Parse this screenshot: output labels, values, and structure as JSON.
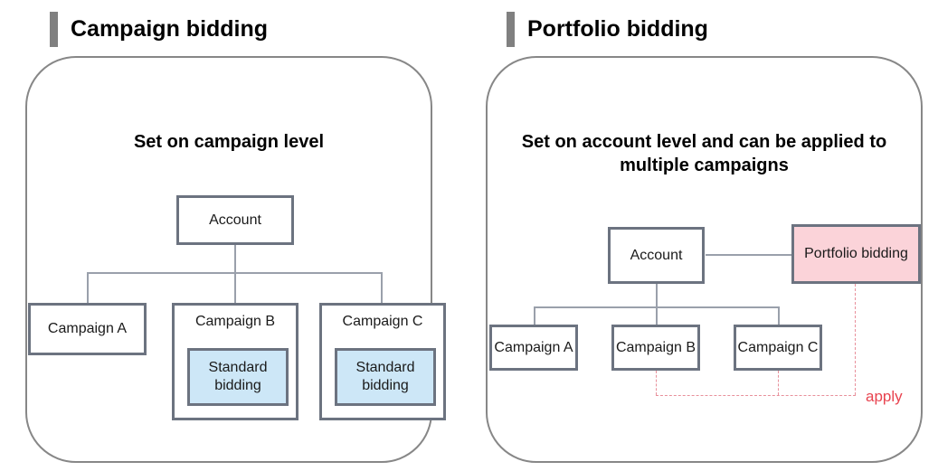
{
  "panels": {
    "left": {
      "heading": "Campaign bidding",
      "subtitle": "Set on campaign level",
      "nodes": {
        "account": "Account",
        "campaign_a": "Campaign A",
        "campaign_b": "Campaign B",
        "campaign_c": "Campaign C",
        "bidding_b": "Standard bidding",
        "bidding_c": "Standard bidding"
      }
    },
    "right": {
      "heading": "Portfolio bidding",
      "subtitle": "Set on account level and can be applied to multiple campaigns",
      "nodes": {
        "account": "Account",
        "portfolio": "Portfolio bidding",
        "campaign_a": "Campaign A",
        "campaign_b": "Campaign B",
        "campaign_c": "Campaign C"
      },
      "apply_label": "apply"
    }
  },
  "colors": {
    "heading_accent": "#808080",
    "panel_border": "#878787",
    "node_border": "#6C7380",
    "standard_bidding_fill": "#CDE7F7",
    "portfolio_fill": "#FBD3D9",
    "connector": "#9AA0AB",
    "apply_red": "#E8434F",
    "apply_dash": "#E8909B"
  }
}
